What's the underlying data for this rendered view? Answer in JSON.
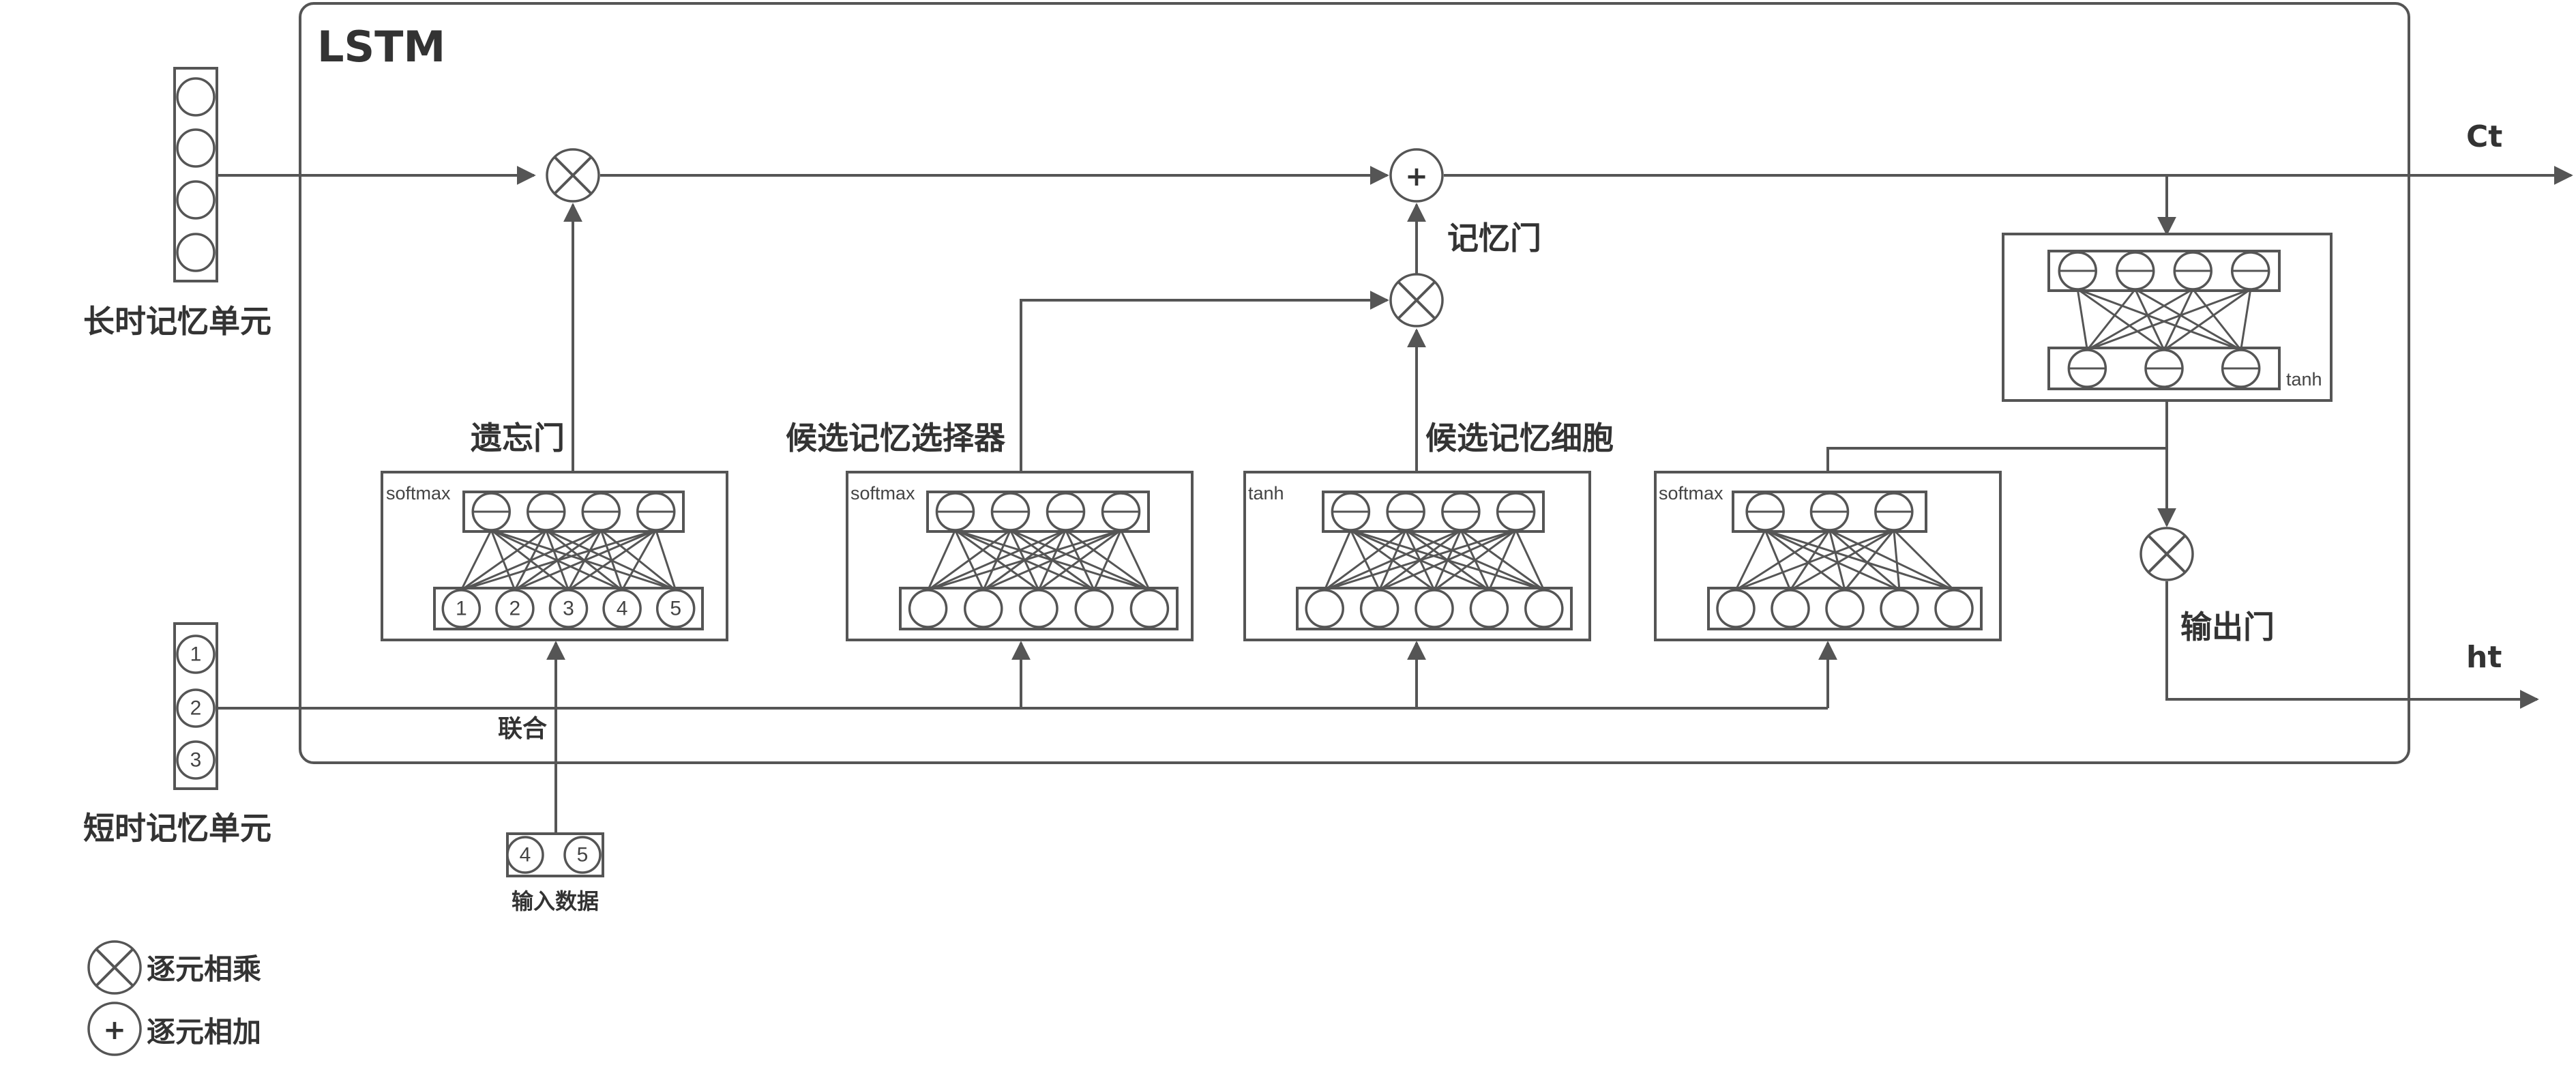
{
  "title": "LSTM",
  "labels": {
    "long_term": "长时记忆单元",
    "short_term": "短时记忆单元",
    "forget_gate": "遗忘门",
    "candidate_selector": "候选记忆选择器",
    "candidate_cell": "候选记忆细胞",
    "memory_gate": "记忆门",
    "output_gate": "输出门",
    "concat": "联合",
    "input_data": "输入数据",
    "ct": "Ct",
    "ht": "ht"
  },
  "activations": {
    "forget": "softmax",
    "selector": "softmax",
    "cell": "tanh",
    "output": "softmax",
    "ct_tanh": "tanh"
  },
  "short_term_nodes": [
    "1",
    "2",
    "3"
  ],
  "input_nodes": [
    "4",
    "5"
  ],
  "forget_inputs": [
    "1",
    "2",
    "3",
    "4",
    "5"
  ],
  "legend": {
    "mul_symbol": "×",
    "add_symbol": "+",
    "mul_label": "逐元相乘",
    "add_label": "逐元相加"
  },
  "op_plus": "+"
}
